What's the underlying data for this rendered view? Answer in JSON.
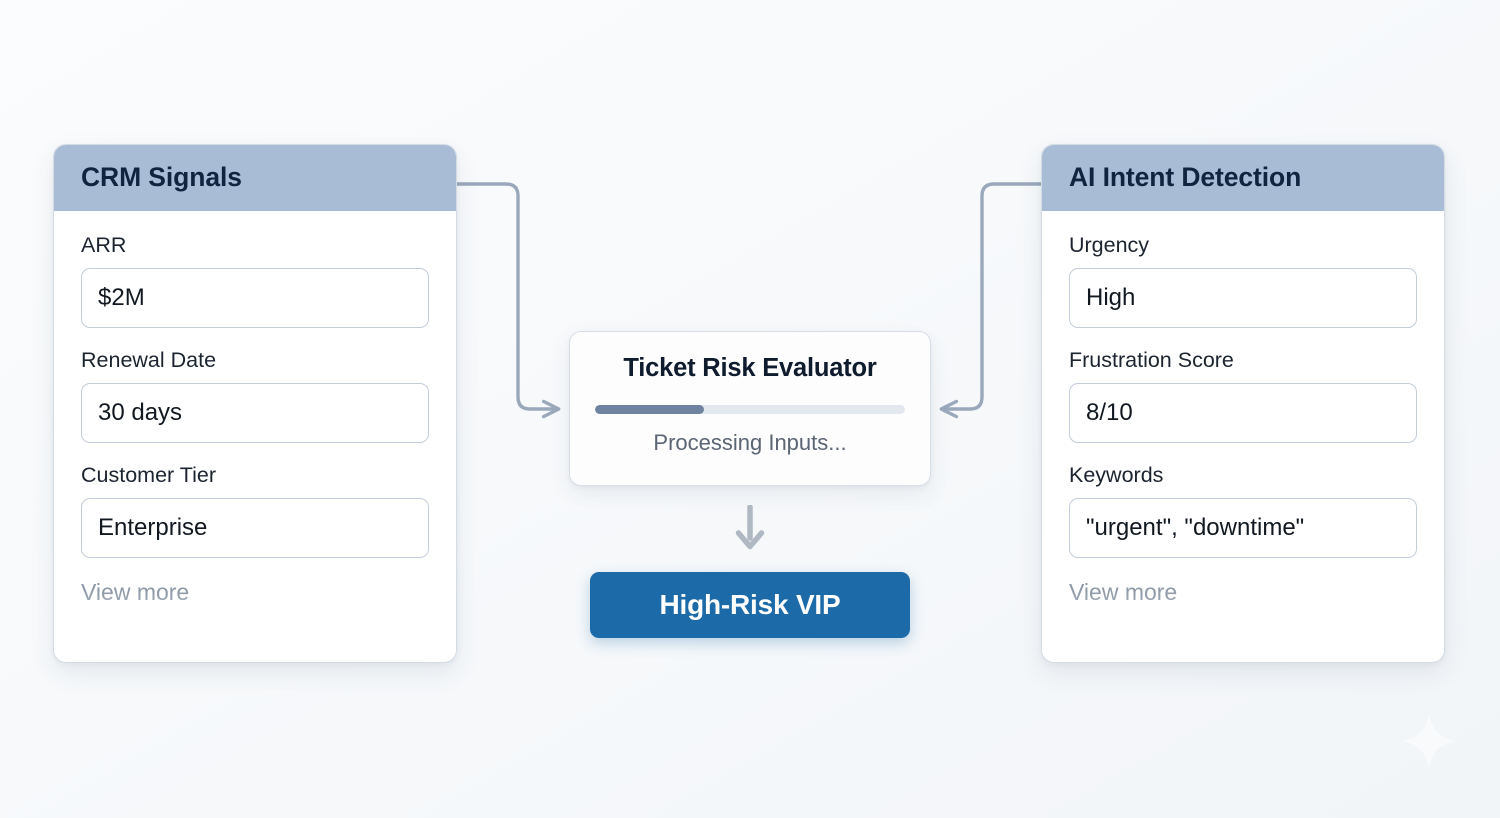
{
  "theme": {
    "background_top": "#fbfcfd",
    "background_bottom": "#f2f5f8",
    "card_header_color": "#a9bcd5",
    "card_header_text_color": "#10243f",
    "connector_color": "#9aa8bc",
    "progress_fill_color": "#6f83a1",
    "progress_track_color": "#e3e8ee",
    "badge_color": "#1d6aa8",
    "badge_text_color": "#ffffff",
    "arrow_color": "#b0b8c4"
  },
  "left_card": {
    "title": "CRM Signals",
    "fields": [
      {
        "label": "ARR",
        "value": "$2M"
      },
      {
        "label": "Renewal Date",
        "value": "30 days"
      },
      {
        "label": "Customer Tier",
        "value": "Enterprise"
      }
    ],
    "view_more": "View more"
  },
  "right_card": {
    "title": "AI Intent Detection",
    "fields": [
      {
        "label": "Urgency",
        "value": "High"
      },
      {
        "label": "Frustration Score",
        "value": "8/10"
      },
      {
        "label": "Keywords",
        "value": "\"urgent\", \"downtime\""
      }
    ],
    "view_more": "View more"
  },
  "evaluator": {
    "title": "Ticket Risk Evaluator",
    "status": "Processing Inputs...",
    "progress_percent": 35
  },
  "result": {
    "label": "High-Risk VIP"
  },
  "icons": {
    "sparkle": "sparkle-icon",
    "down_arrow": "down-arrow-icon",
    "connector_left": "connector-arrow-right-icon",
    "connector_right": "connector-arrow-left-icon"
  }
}
